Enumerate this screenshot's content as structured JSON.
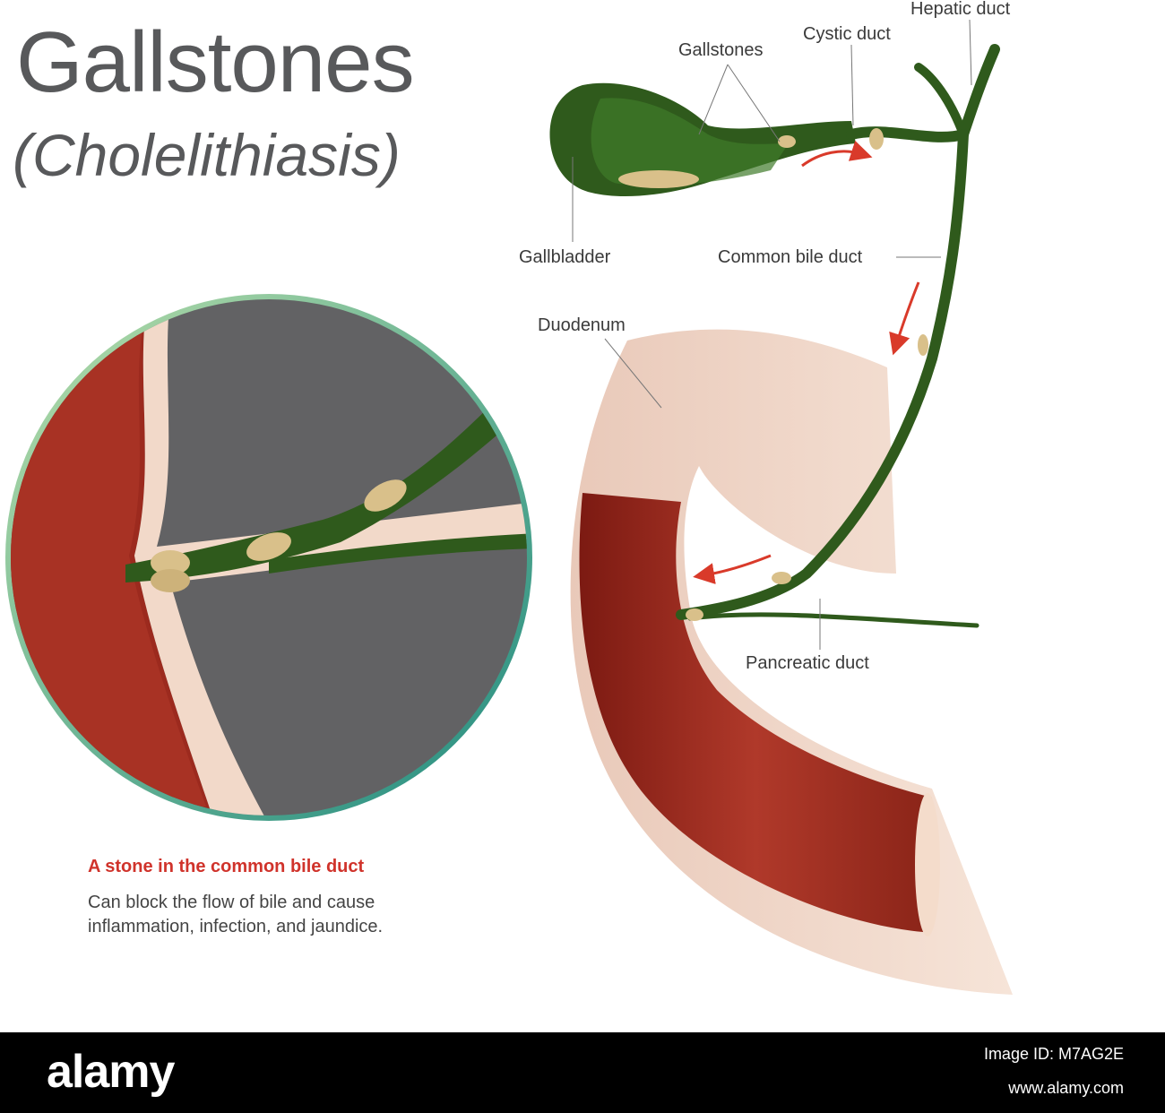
{
  "title": "Gallstones",
  "subtitle": "(Cholelithiasis)",
  "labels": {
    "gallstones": "Gallstones",
    "cystic_duct": "Cystic duct",
    "hepatic_duct": "Hepatic duct",
    "gallbladder": "Gallbladder",
    "common_bile_duct": "Common bile duct",
    "duodenum": "Duodenum",
    "pancreatic_duct": "Pancreatic duct"
  },
  "callout": {
    "title": "A stone in the common bile duct",
    "text": "Can block the flow of bile and cause inflammation, infection, and jaundice."
  },
  "footer": {
    "brand": "alamy",
    "image_id": "Image ID: M7AG2E",
    "site": "www.alamy.com"
  },
  "colors": {
    "bile_green": "#2f5a1c",
    "stone_tan": "#d9c08a",
    "duodenum_red": "#9c2a1e",
    "tissue_pink": "#f2d9c9",
    "arrow_red": "#d93a2a",
    "zoom_bg": "#626264",
    "ring_green": "#2a8f7f"
  }
}
